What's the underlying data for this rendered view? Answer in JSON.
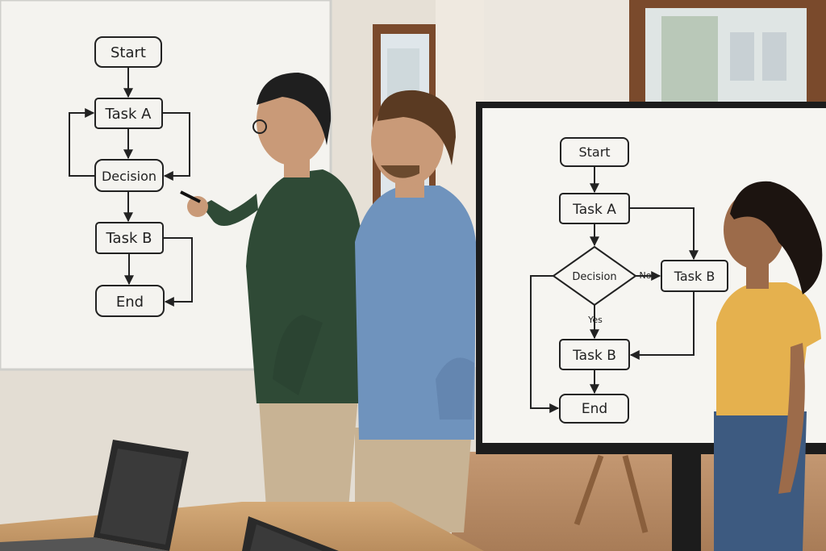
{
  "whiteboard": {
    "nodes": {
      "start": "Start",
      "task_a": "Task A",
      "decision": "Decision",
      "task_b": "Task B",
      "end": "End"
    }
  },
  "screen": {
    "nodes": {
      "start": "Start",
      "task_a": "Task A",
      "decision": "Decision",
      "task_b_right": "Task B",
      "task_b": "Task B",
      "end": "End"
    },
    "edge_labels": {
      "no": "No",
      "yes": "Yes"
    }
  },
  "colors": {
    "wall": "#ece7df",
    "window_frame": "#7a4a2c",
    "whiteboard": "#f4f3ef",
    "screen_bezel": "#1c1c1c",
    "screen_face": "#f6f5f1",
    "ink": "#222222",
    "sweater_green": "#2f4a36",
    "denim_blue": "#6f93bd",
    "khaki": "#c8b394",
    "mustard": "#e5b14e",
    "jeans": "#3d5a80",
    "table_wood": "#c99e6c"
  }
}
